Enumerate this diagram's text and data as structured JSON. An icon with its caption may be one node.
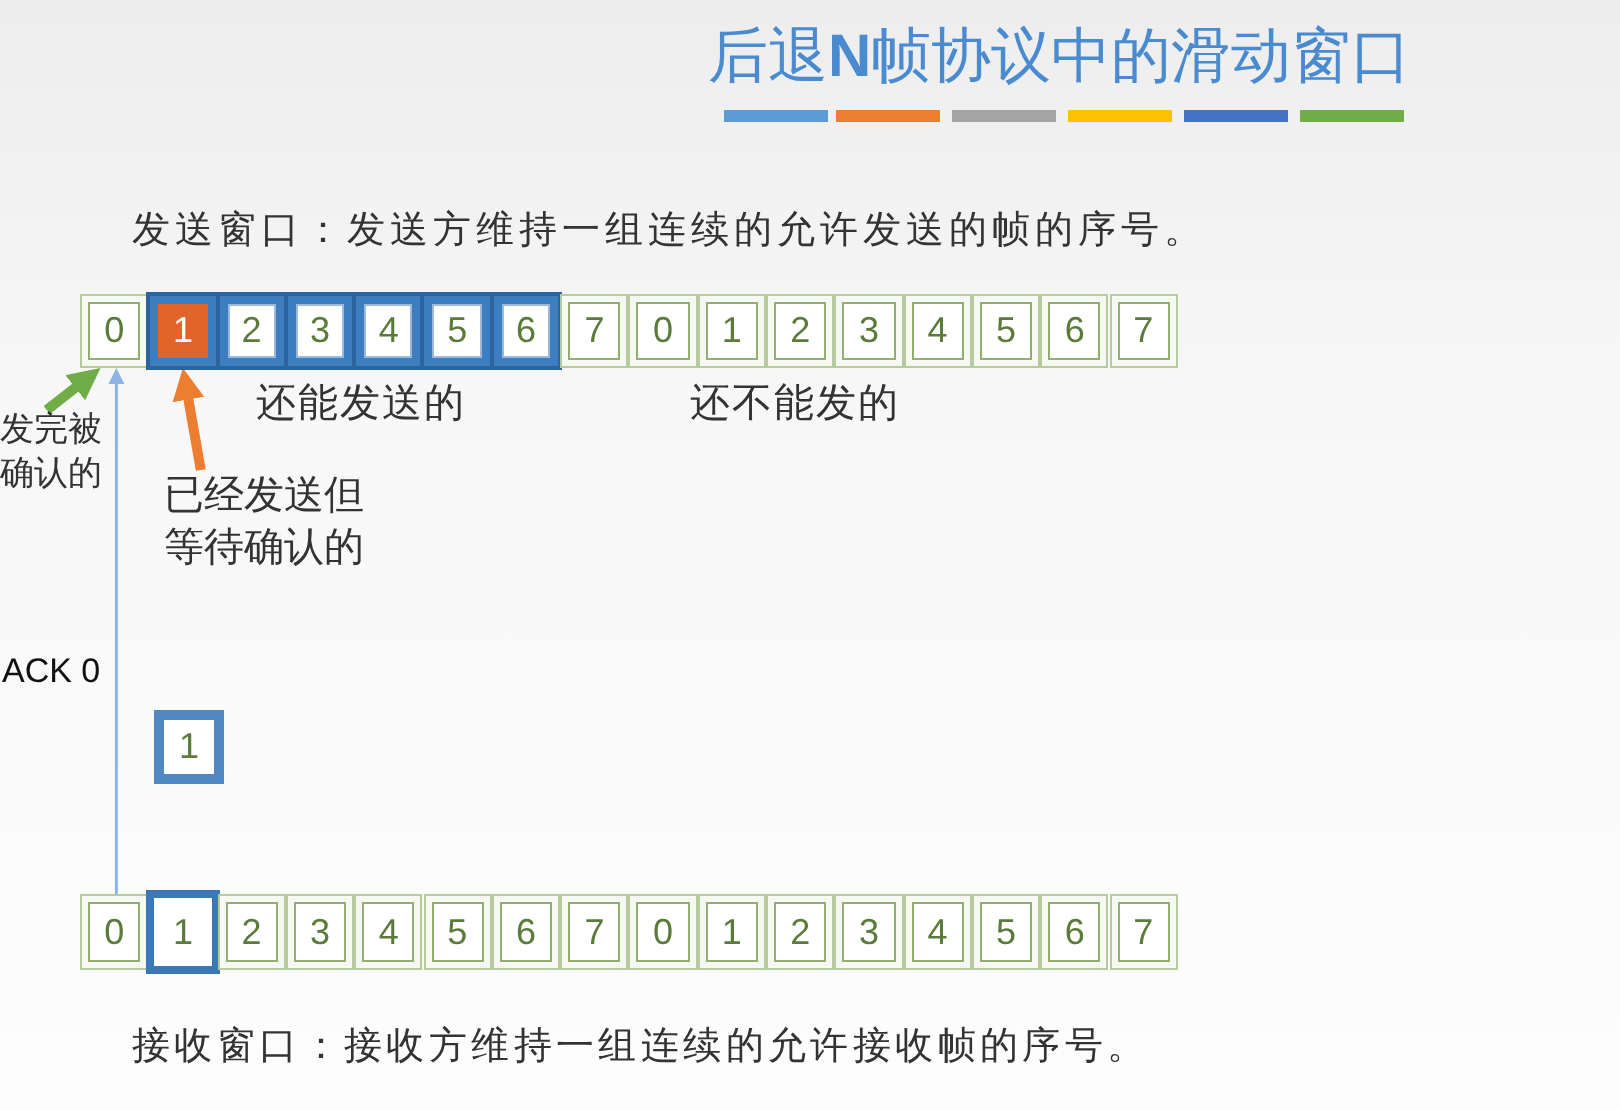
{
  "diagram": {
    "title": "后退**N**帧协议中的滑动窗口",
    "nodes": [
      {
        "text": [
          "0"
        ]
      },
      {
        "text": [],
        "shape": "bar"
      },
      {
        "text": [
          "1"
        ],
        "in": 1
      },
      {
        "text": [
          "2"
        ],
        "in": 1
      },
      {
        "text": [
          "3"
        ],
        "in": 1
      },
      {
        "text": [
          "4"
        ],
        "in": 1
      },
      {
        "text": [
          "5"
        ],
        "in": 1
      },
      {
        "text": [
          "6"
        ],
        "in": 1
      },
      {
        "text": [
          "7"
        ]
      },
      {
        "text": [
          "0"
        ]
      },
      {
        "text": [
          "1"
        ]
      },
      {
        "text": [
          "2"
        ]
      },
      {
        "text": [
          "3"
        ]
      },
      {
        "text": [
          "4"
        ]
      },
      {
        "text": [
          "5"
        ]
      },
      {
        "text": [
          "6"
        ]
      },
      {
        "text": [
          "7"
        ]
      },
      {
        "text": [
          "发完被确认的"
        ]
      },
      {
        "text": [
          "已经发送但等待确认的"
        ]
      },
      {
        "text": [
          "1"
        ]
      },
      {
        "text": [
          "0"
        ]
      },
      {
        "text": [],
        "shape": "box"
      },
      {
        "text": [
          "1"
        ],
        "in": 21
      },
      {
        "text": [
          "2"
        ]
      },
      {
        "text": [
          "3"
        ]
      },
      {
        "text": [
          "4"
        ]
      },
      {
        "text": [
          "5"
        ]
      },
      {
        "text": [
          "6"
        ]
      },
      {
        "text": [
          "7"
        ]
      },
      {
        "text": [
          "0"
        ]
      },
      {
        "text": [
          "1"
        ]
      },
      {
        "text": [
          "2"
        ]
      },
      {
        "text": [
          "3"
        ]
      },
      {
        "text": [
          "4"
        ]
      },
      {
        "text": [
          "5"
        ]
      },
      {
        "text": [
          "6"
        ]
      },
      {
        "text": [
          "7"
        ]
      }
    ],
    "edges": [
      {
        "from": 17,
        "to": 0,
        "arrow": "to",
        "color": "#70ad47"
      },
      {
        "from": 18,
        "to": 2,
        "arrow": "to",
        "color": "#ed7d31"
      },
      {
        "from": 20,
        "to": 0,
        "arrow": "to",
        "label": "ACK 0",
        "color": "#8eb4e3"
      }
    ],
    "labels": [
      "发送窗口：发送方维持一组连续的允许发送的帧的序号。",
      "还能发送的",
      "还不能发的",
      "接收窗口：接收方维持一组连续的允许接收帧的序号。"
    ]
  }
}
